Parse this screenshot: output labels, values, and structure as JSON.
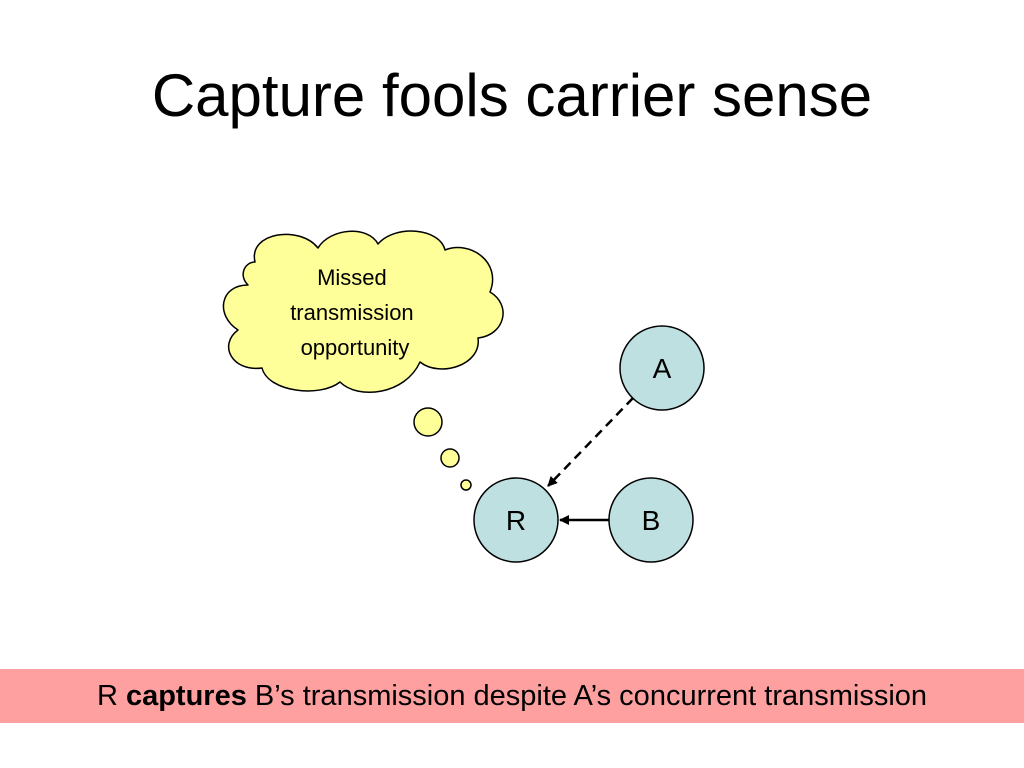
{
  "title": "Capture fools carrier sense",
  "thought_bubble": {
    "lines": [
      "Missed",
      "transmission",
      "opportunity"
    ],
    "fill_color": "#ffff99"
  },
  "nodes": {
    "a": {
      "label": "A"
    },
    "b": {
      "label": "B"
    },
    "r": {
      "label": "R"
    },
    "fill_color": "#bfe0e0"
  },
  "links": [
    {
      "from": "A",
      "to": "R",
      "style": "dashed"
    },
    {
      "from": "B",
      "to": "R",
      "style": "solid"
    }
  ],
  "caption": {
    "prefix": "R ",
    "emphasis": "captures",
    "suffix": " B’s transmission despite A’s concurrent transmission",
    "background_color": "#ffa0a0"
  }
}
